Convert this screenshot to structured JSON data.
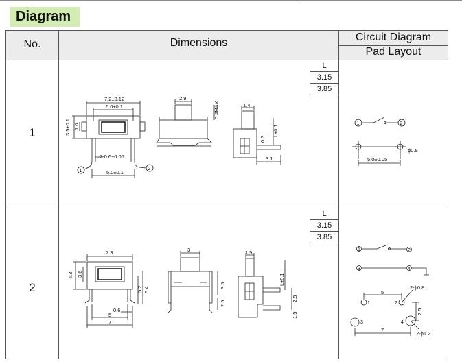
{
  "title": "Diagram",
  "table": {
    "headers": {
      "no": "No.",
      "dimensions": "Dimensions",
      "circuit": "Circuit Diagram",
      "pad": "Pad Layout"
    },
    "rows": [
      {
        "no": "1",
        "L_table": {
          "header": "L",
          "values": [
            "3.15",
            "3.85"
          ]
        },
        "front_dims": [
          "7.2±0.12",
          "6.0±0.1",
          "3.5±0.1",
          "1.0",
          "2-0.6±0.05",
          "5.0±0.1"
        ],
        "side_dims": [
          "2.9",
          "0.4MAX"
        ],
        "end_dims": [
          "1.4",
          "0.3",
          "L±0.1",
          "3.1"
        ],
        "pins": [
          "1",
          "2"
        ],
        "pad_dims": [
          "5.0±0.05",
          "ϕ0.8"
        ]
      },
      {
        "no": "2",
        "L_table": {
          "header": "L",
          "values": [
            "3.15",
            "3.85"
          ]
        },
        "front_dims": [
          "7.3",
          "4.3",
          "3.6",
          "5.2",
          "5.4",
          "0.6",
          "5",
          "7"
        ],
        "side_dims": [
          "3",
          "3.5",
          "2.5"
        ],
        "end_dims": [
          "1.5",
          "L±0.1",
          "2.5",
          "1.5"
        ],
        "circuit_pins": [
          "1",
          "2",
          "3",
          "4"
        ],
        "pad_dims": [
          "5",
          "2-ϕ0.8",
          "2.5",
          "7",
          "2-ϕ1.2"
        ],
        "pad_pins": [
          "1",
          "2",
          "3",
          "4"
        ]
      }
    ]
  }
}
